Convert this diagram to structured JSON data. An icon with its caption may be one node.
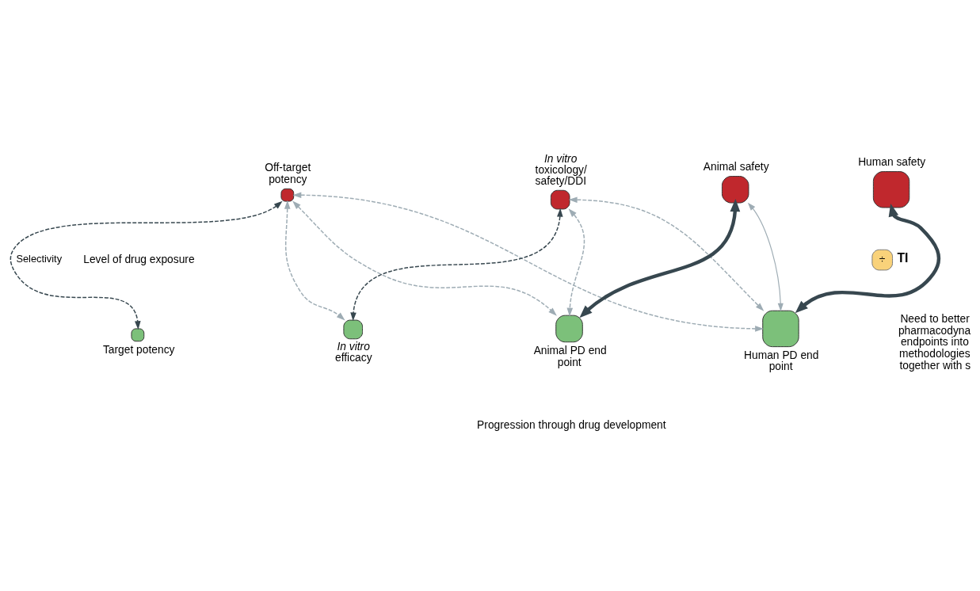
{
  "diagram": {
    "nodes": [
      {
        "text": [
          "Off-target potency"
        ]
      },
      {
        "text": [
          "*In vitro* toxicology/ safety/DDI"
        ]
      },
      {
        "text": [
          "Animal safety"
        ]
      },
      {
        "text": [
          "Human safety"
        ]
      },
      {
        "text": [
          "Target potency"
        ]
      },
      {
        "text": [
          "*In vitro* efficacy"
        ]
      },
      {
        "text": [
          "Animal PD end point"
        ]
      },
      {
        "text": [
          "Human PD end point"
        ]
      },
      {
        "text": [
          "÷"
        ],
        "beside": [
          "TI"
        ]
      }
    ],
    "edges": [
      {
        "from": 0,
        "to": 4,
        "arrow": "both",
        "style": "dashed",
        "color": "#37474f",
        "label": "Selectivity"
      },
      {
        "from": 0,
        "to": 5,
        "arrow": "both",
        "style": "dashed"
      },
      {
        "from": 0,
        "to": 6,
        "arrow": "both",
        "style": "dashed"
      },
      {
        "from": 0,
        "to": 7,
        "arrow": "both",
        "style": "dashed"
      },
      {
        "from": 1,
        "to": 5,
        "arrow": "both",
        "style": "dashed",
        "color": "#37474f"
      },
      {
        "from": 1,
        "to": 6,
        "arrow": "both",
        "style": "dashed"
      },
      {
        "from": 1,
        "to": 7,
        "arrow": "both",
        "style": "dashed"
      },
      {
        "from": 2,
        "to": 6,
        "arrow": "both",
        "style": "thick",
        "color": "#37474f"
      },
      {
        "from": 2,
        "to": 7,
        "arrow": "both"
      },
      {
        "from": 3,
        "to": 7,
        "arrow": "both",
        "style": "thick",
        "color": "#37474f"
      }
    ],
    "labels": [
      "Level of drug exposure",
      "Progression through drug development",
      "Need to better pharmacodyna endpoints into methodologies together with s"
    ]
  }
}
